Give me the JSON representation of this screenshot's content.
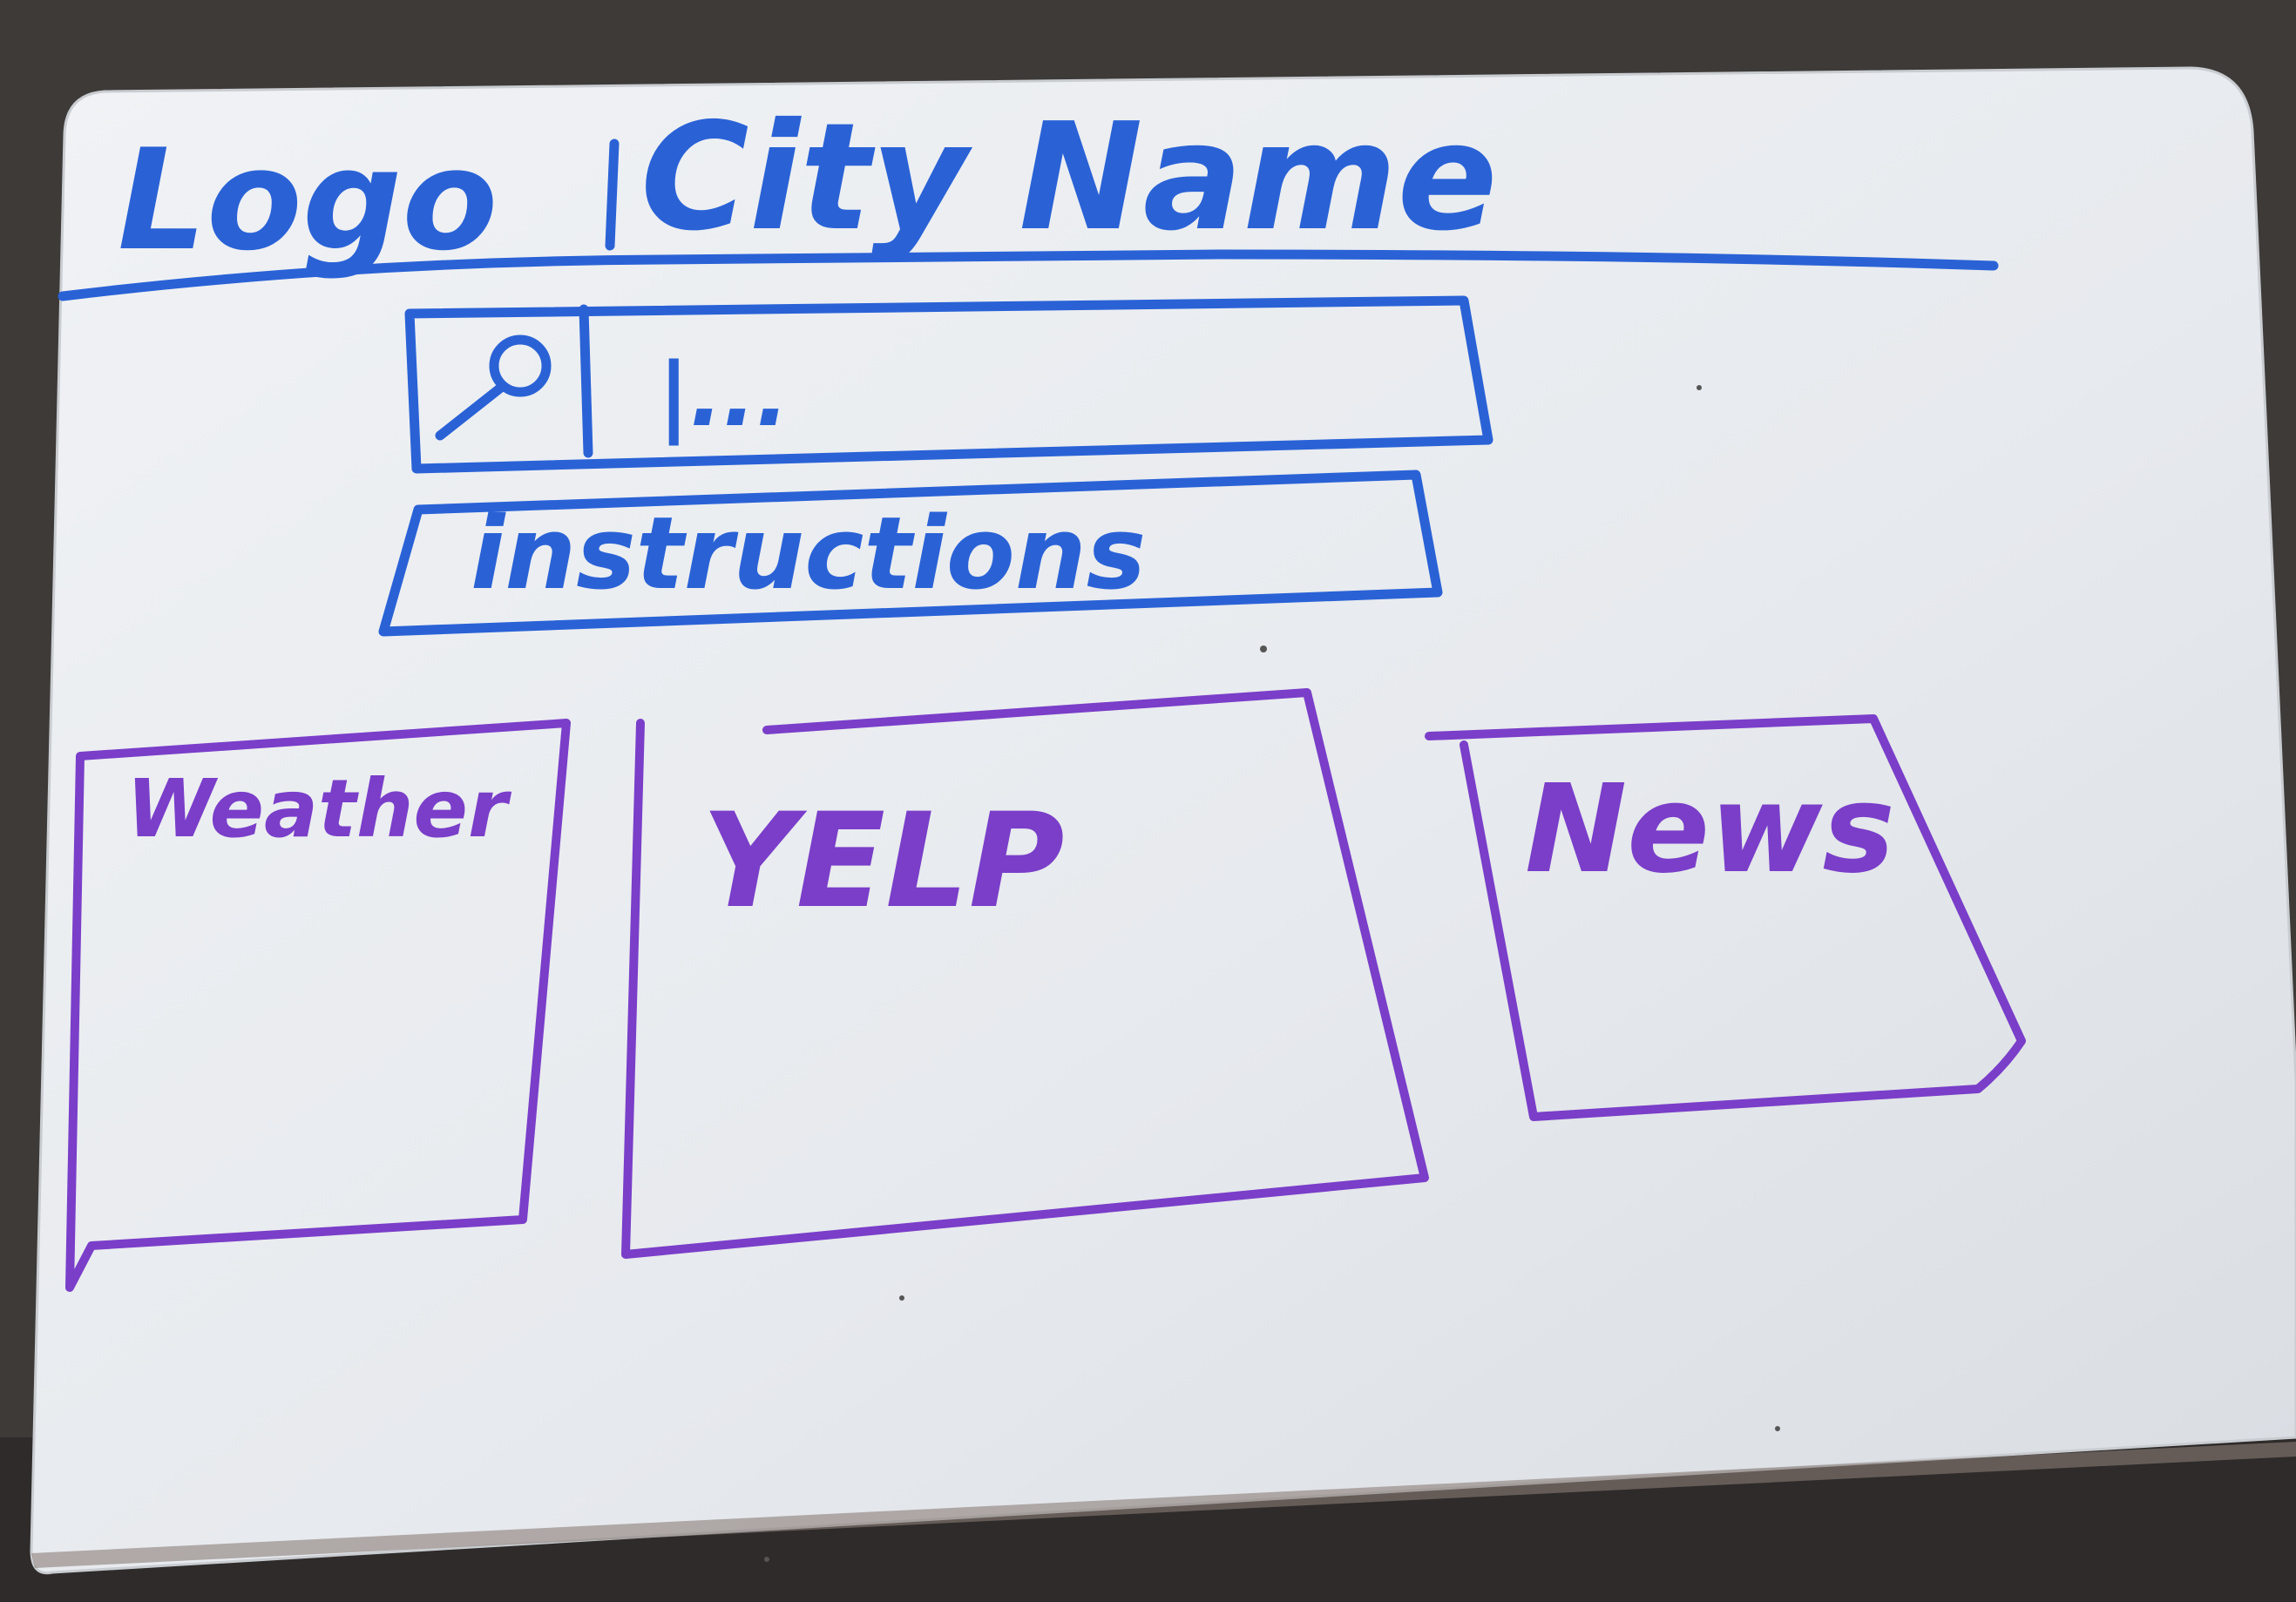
{
  "whiteboard": {
    "header": {
      "logo_text": "Logo",
      "city_text": "City Name"
    },
    "search": {
      "cursor_text": "|..."
    },
    "instructions_text": "instructions",
    "panels": {
      "weather_text": "Weather",
      "yelp_text": "YELP",
      "news_text": "News"
    }
  },
  "colors": {
    "background": "#3d3a38",
    "board": "#e9ecef",
    "blue_marker": "#2a62d6",
    "purple_marker": "#7a3ec9"
  }
}
